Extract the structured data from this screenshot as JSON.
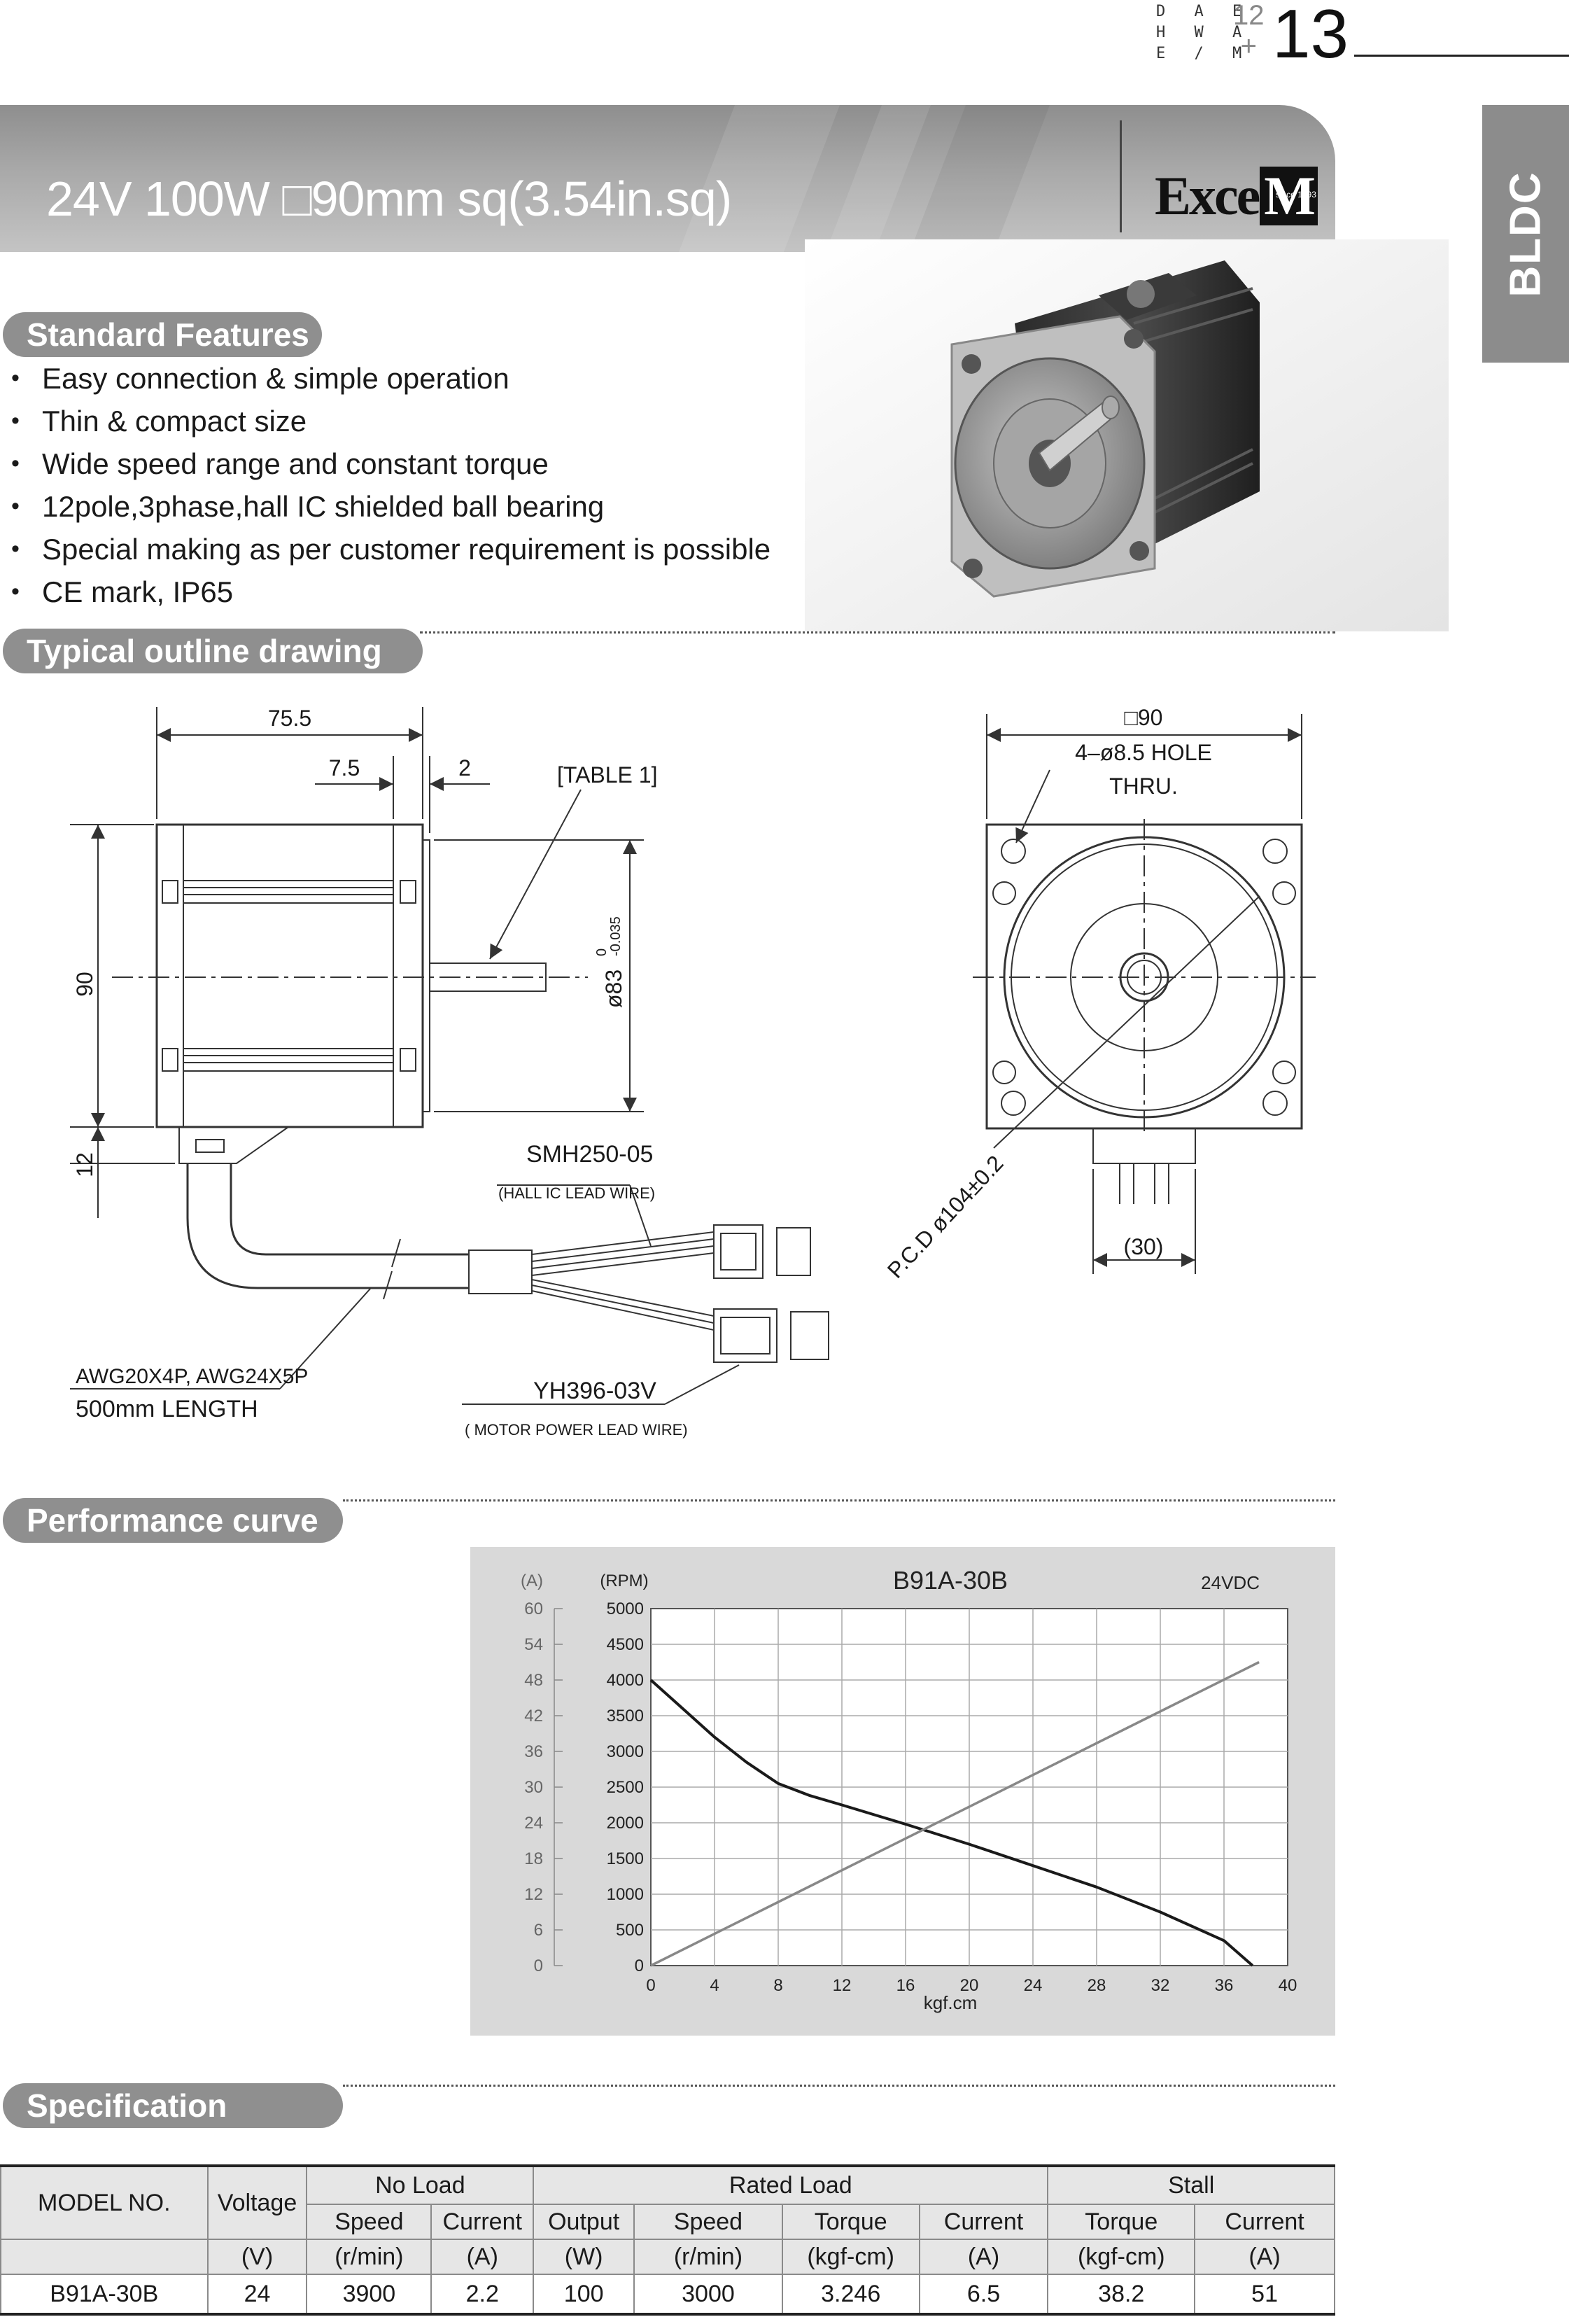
{
  "page_header": {
    "brand_letters": [
      "D A E",
      "H W A",
      "E / M"
    ],
    "section_number": "12",
    "plus": "+",
    "page_number": "13"
  },
  "banner": {
    "title": "24V 100W □90mm sq(3.54in.sq)",
    "logo_text": "Exce",
    "logo_box_letter": "M",
    "logo_since": "since 1993"
  },
  "side_tab": "BLDC",
  "sections": {
    "features": "Standard Features",
    "outline": "Typical outline drawing",
    "performance": "Performance curve",
    "specification": "Specification"
  },
  "features": [
    "Easy connection & simple operation",
    "Thin & compact size",
    "Wide speed range and constant torque",
    "12pole,3phase,hall IC shielded ball bearing",
    "Special making as per customer requirement is possible",
    "CE mark, IP65"
  ],
  "drawing": {
    "dim_length": "75.5",
    "dim_flange": "7.5",
    "dim_gap": "2",
    "table_ref": "[TABLE 1]",
    "dim_height": "90",
    "dim_bottom": "12",
    "dim_pilot": "ø83",
    "dim_pilot_tol_upper": "0",
    "dim_pilot_tol_lower": "-0.035",
    "hall_connector": "SMH250-05",
    "hall_note": "(HALL  IC LEAD WIRE)",
    "wire_spec": "AWG20X4P, AWG24X5P",
    "wire_length": "500mm LENGTH",
    "power_connector": "YH396-03V",
    "power_note": "( MOTOR POWER LEAD WIRE)",
    "square_size": "□90",
    "hole_spec": "4–ø8.5  HOLE",
    "hole_thru": "THRU.",
    "pcd": "P.C.D ø104±0.2",
    "cable_width": "(30)"
  },
  "chart_data": {
    "type": "line",
    "title": "B91A-30B",
    "subtitle": "24VDC",
    "xlabel": "kgf.cm",
    "ylabel_left": "(A)",
    "ylabel_right": "(RPM)",
    "x_ticks": [
      "0",
      "4",
      "8",
      "12",
      "16",
      "20",
      "24",
      "28",
      "32",
      "36",
      "40"
    ],
    "y_ticks_current": [
      "0",
      "6",
      "12",
      "18",
      "24",
      "30",
      "36",
      "42",
      "48",
      "54",
      "60"
    ],
    "y_ticks_speed": [
      "0",
      "500",
      "1000",
      "1500",
      "2000",
      "2500",
      "3000",
      "3500",
      "4000",
      "4500",
      "5000"
    ],
    "xlim": [
      0,
      40
    ],
    "ylim_speed": [
      0,
      5000
    ],
    "ylim_current": [
      0,
      60
    ],
    "grid": true,
    "series": [
      {
        "axis": "speed",
        "color": "#1a1a1a",
        "x": [
          0,
          2,
          4,
          6,
          8,
          10,
          12,
          16,
          20,
          24,
          28,
          32,
          36,
          37.8
        ],
        "y": [
          4000,
          3600,
          3200,
          2850,
          2550,
          2380,
          2250,
          1980,
          1700,
          1400,
          1100,
          750,
          350,
          0
        ]
      },
      {
        "axis": "current",
        "color": "#888888",
        "x": [
          0,
          38.2
        ],
        "y": [
          0,
          51
        ]
      }
    ]
  },
  "spec_table": {
    "headers": {
      "model": "MODEL NO.",
      "voltage": "Voltage",
      "no_load": "No Load",
      "rated_load": "Rated Load",
      "stall": "Stall",
      "speed": "Speed",
      "current": "Current",
      "output": "Output",
      "torque": "Torque"
    },
    "units": [
      "(V)",
      "(r/min)",
      "(A)",
      "(W)",
      "(r/min)",
      "(kgf-cm)",
      "(A)",
      "(kgf-cm)",
      "(A)"
    ],
    "rows": [
      [
        "B91A-30B",
        "24",
        "3900",
        "2.2",
        "100",
        "3000",
        "3.246",
        "6.5",
        "38.2",
        "51"
      ]
    ]
  }
}
